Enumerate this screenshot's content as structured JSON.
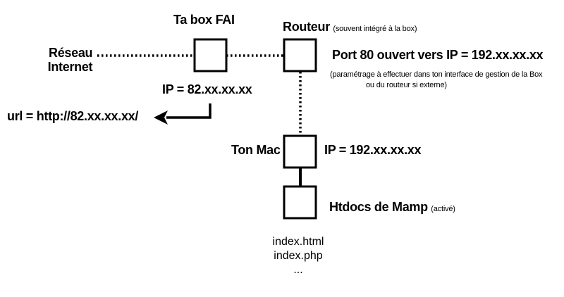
{
  "nodes": {
    "box": {
      "title": "Ta box FAI",
      "ip": "IP = 82.xx.xx.xx"
    },
    "router": {
      "title": "Routeur",
      "note": "(souvent intégré à la box)",
      "port": "Port 80 ouvert vers IP = 192.xx.xx.xx",
      "config_line1": "(paramétrage à effectuer dans ton interface de gestion de la Box",
      "config_line2": "ou du routeur si externe)"
    },
    "internet": {
      "line1": "Réseau",
      "line2": "Internet"
    },
    "url": {
      "text": "url = http://82.xx.xx.xx/"
    },
    "mac": {
      "title": "Ton Mac",
      "ip": "IP = 192.xx.xx.xx"
    },
    "htdocs": {
      "title": "Htdocs de Mamp",
      "note": "(activé)",
      "files": [
        "index.html",
        "index.php",
        "..."
      ]
    }
  }
}
